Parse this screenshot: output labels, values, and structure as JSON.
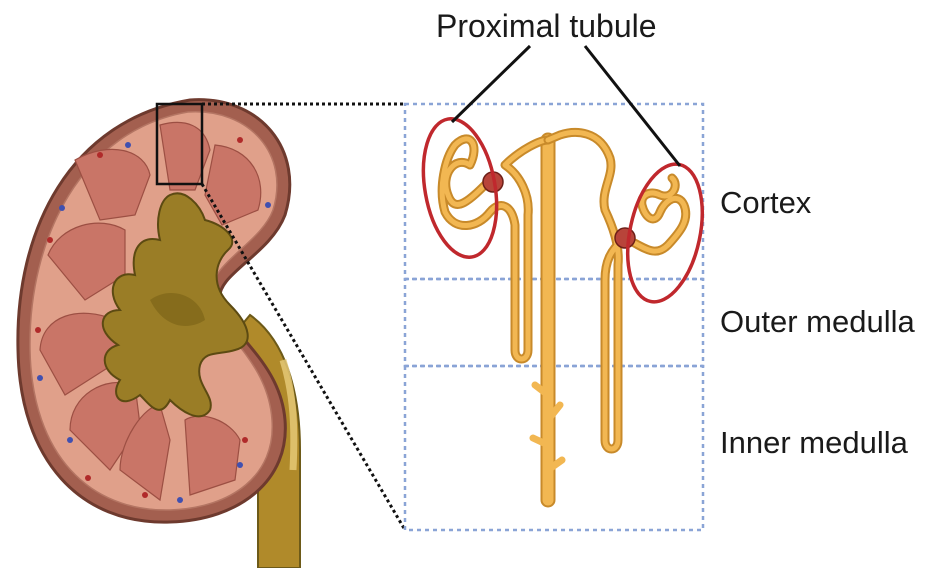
{
  "title": "Proximal tubule",
  "zones": [
    {
      "name": "Cortex"
    },
    {
      "name": "Outer medulla"
    },
    {
      "name": "Inner medulla"
    }
  ],
  "colors": {
    "kidney_outer": "#a35f4f",
    "kidney_cortex": "#e0a08a",
    "pyramid": "#c97567",
    "pelvis": "#9a7d26",
    "tubule": "#f2b752",
    "highlight_ring": "#c0282d",
    "zone_border": "#8aa4d6",
    "glomerulus": "#b8443a"
  }
}
